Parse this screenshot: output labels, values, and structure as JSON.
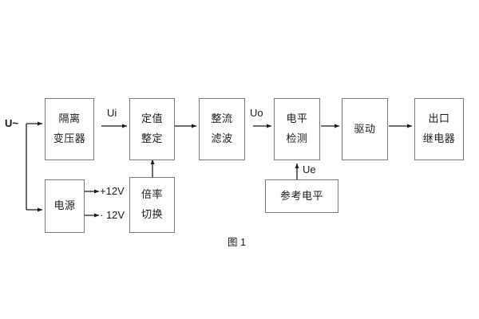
{
  "figure": {
    "caption": "图 1",
    "background_color": "#ffffff",
    "box_border_color": "#7a7a7a",
    "wire_color": "#1a1a1a",
    "text_color": "#1a1a1a"
  },
  "signals": {
    "input_source": "U~",
    "ui": "Ui",
    "uo": "Uo",
    "ue": "Ue",
    "rail_positive": "+12V",
    "rail_negative": "· 12V"
  },
  "blocks": {
    "isolation_transformer": {
      "line1": "隔离",
      "line2": "变压器"
    },
    "setting_value": {
      "line1": "定值",
      "line2": "整定"
    },
    "rectify_filter": {
      "line1": "整流",
      "line2": "滤波"
    },
    "level_detect": {
      "line1": "电平",
      "line2": "检测"
    },
    "driver": {
      "line1": "驱动",
      "line2": ""
    },
    "output_relay": {
      "line1": "出口",
      "line2": "继电器"
    },
    "power_supply": {
      "line1": "电源",
      "line2": ""
    },
    "multiplier_switch": {
      "line1": "倍率",
      "line2": "切换"
    },
    "reference_level": {
      "line1": "参考电平",
      "line2": ""
    }
  }
}
